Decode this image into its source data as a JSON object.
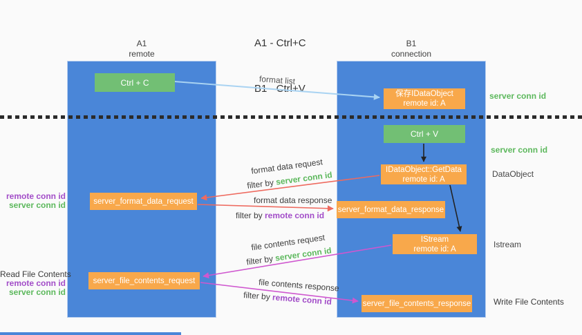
{
  "title": {
    "line1": "A1 - Ctrl+C",
    "line2": "B1 - Ctrl+V"
  },
  "columns": {
    "left": {
      "name": "A1",
      "subtitle": "remote"
    },
    "right": {
      "name": "B1",
      "subtitle": "connection"
    }
  },
  "buttons": {
    "ctrl_c": "Ctrl + C",
    "ctrl_v": "Ctrl + V"
  },
  "boxes": {
    "save_dataobject": {
      "title": "保存IDataObject",
      "subtitle": "remote id: A"
    },
    "getdata": {
      "title": "IDataObject::GetData",
      "subtitle": "remote id: A"
    },
    "istream": {
      "title": "IStream",
      "subtitle": "remote id: A"
    },
    "server_format_data_request": "server_format_data_request",
    "server_format_data_response": "server_format_data_response",
    "server_file_contents_request": "server_file_contents_request",
    "server_file_contents_response": "server_file_contents_response"
  },
  "arrow_labels": {
    "format_list": "format list",
    "format_data_request": "format data request",
    "format_data_response": "format data response",
    "file_contents_request": "file contents request",
    "file_contents_response": "file contents response",
    "filter_by": "filter by ",
    "server_conn_id": "server conn id",
    "remote_conn_id": "remote conn id"
  },
  "side_labels": {
    "server_conn_id_top": "server conn id",
    "server_conn_id_mid": "server conn id",
    "dataobject": "DataObject",
    "istream": "Istream",
    "write_file_contents": "Write File Contents",
    "read_file_contents": "Read File Contents",
    "remote_conn_id": "remote conn id",
    "server_conn_id": "server conn id"
  },
  "colors": {
    "column_blue": "#4a86d8",
    "box_orange": "#f8a84b",
    "button_green": "#72bf74",
    "green_text": "#5cb85c",
    "purple_text": "#a24dc8",
    "red_arrow": "#ee6a5f",
    "magenta_arrow": "#cf57cf",
    "blue_arrow": "#a9d3f2",
    "dash_black": "#2b2b2b"
  }
}
